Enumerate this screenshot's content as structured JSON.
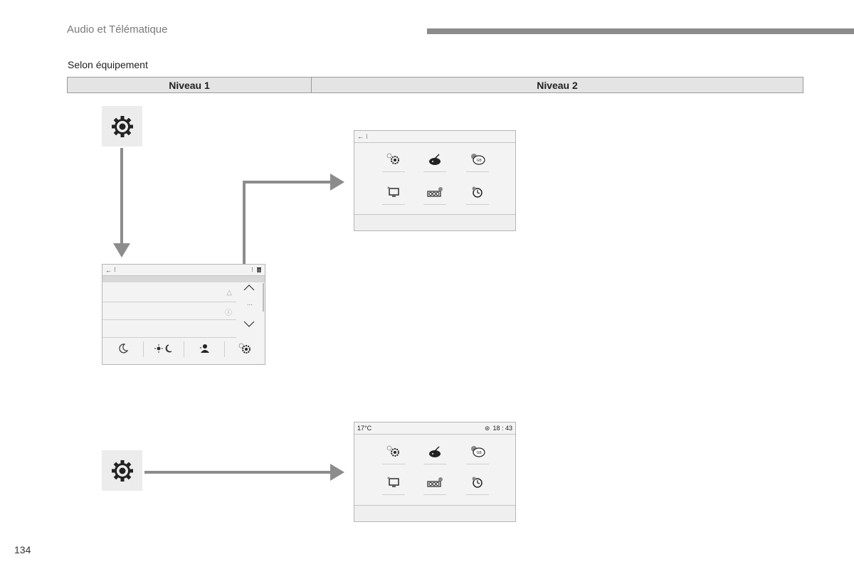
{
  "header": {
    "title": "Audio et Télématique"
  },
  "equipment_note": "Selon équipement",
  "levels": {
    "level1": "Niveau 1",
    "level2": "Niveau 2"
  },
  "screen_home": {
    "temperature": "17°C",
    "clock": "18 : 43"
  },
  "page_number": "134",
  "colors": {
    "arrow": "#8c8c8c",
    "header_bar": "#8c8c8c",
    "panel_bg": "#f3f3f3"
  },
  "icons": {
    "main": "gear-icon",
    "grid": [
      "settings-gear-icon",
      "theme-palette-icon",
      "language-bubble-icon",
      "display-screen-icon",
      "units-counter-icon",
      "clock-time-icon"
    ],
    "tabs": [
      "night-mode-icon",
      "day-night-icon",
      "profile-icon",
      "settings-gear-icon"
    ],
    "rows": [
      "audio-icon",
      "info-icon"
    ]
  }
}
